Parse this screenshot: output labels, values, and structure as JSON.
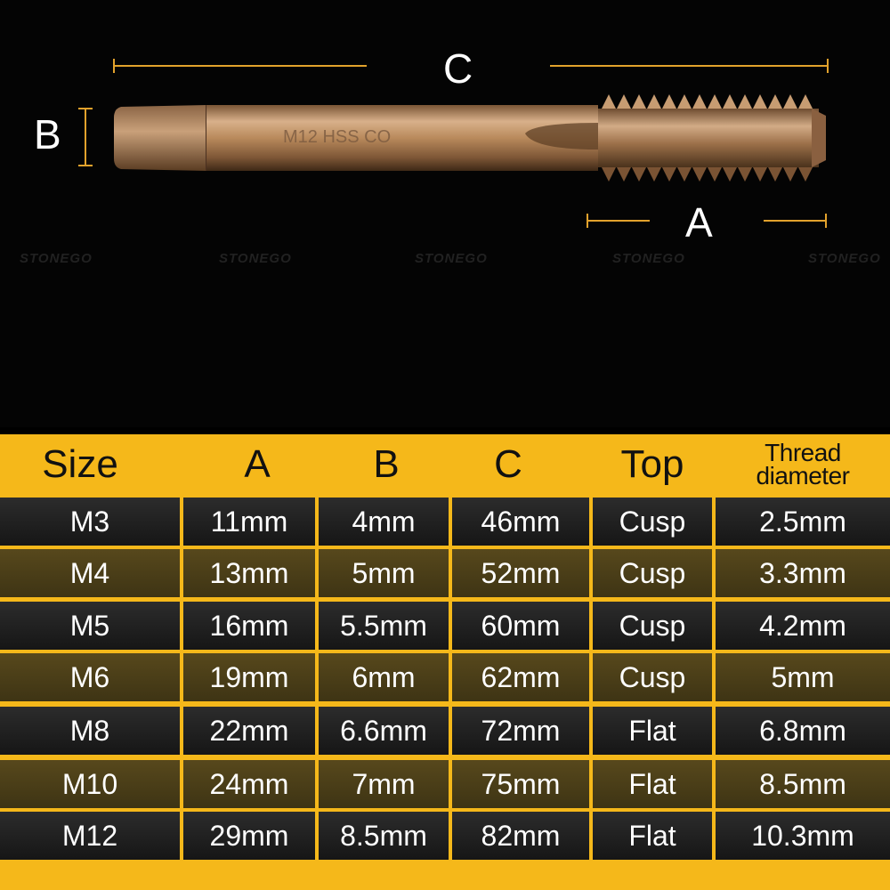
{
  "dimension_labels": {
    "a": "A",
    "b": "B",
    "c": "C"
  },
  "tap_engraving": "M12 HSS CO",
  "watermark": "STONEGO",
  "colors": {
    "accent": "#f5b81a",
    "bronze": "#b98a5c",
    "row_dark": "#222222",
    "row_olive": "#4a3e18"
  },
  "table": {
    "headers": {
      "size": "Size",
      "a": "A",
      "b": "B",
      "c": "C",
      "top": "Top",
      "thread_line1": "Thread",
      "thread_line2": "diameter"
    },
    "rows": [
      {
        "size": "M3",
        "a": "11mm",
        "b": "4mm",
        "c": "46mm",
        "top": "Cusp",
        "thread": "2.5mm"
      },
      {
        "size": "M4",
        "a": "13mm",
        "b": "5mm",
        "c": "52mm",
        "top": "Cusp",
        "thread": "3.3mm"
      },
      {
        "size": "M5",
        "a": "16mm",
        "b": "5.5mm",
        "c": "60mm",
        "top": "Cusp",
        "thread": "4.2mm"
      },
      {
        "size": "M6",
        "a": "19mm",
        "b": "6mm",
        "c": "62mm",
        "top": "Cusp",
        "thread": "5mm"
      },
      {
        "size": "M8",
        "a": "22mm",
        "b": "6.6mm",
        "c": "72mm",
        "top": "Flat",
        "thread": "6.8mm"
      },
      {
        "size": "M10",
        "a": "24mm",
        "b": "7mm",
        "c": "75mm",
        "top": "Flat",
        "thread": "8.5mm"
      },
      {
        "size": "M12",
        "a": "29mm",
        "b": "8.5mm",
        "c": "82mm",
        "top": "Flat",
        "thread": "10.3mm"
      }
    ]
  }
}
